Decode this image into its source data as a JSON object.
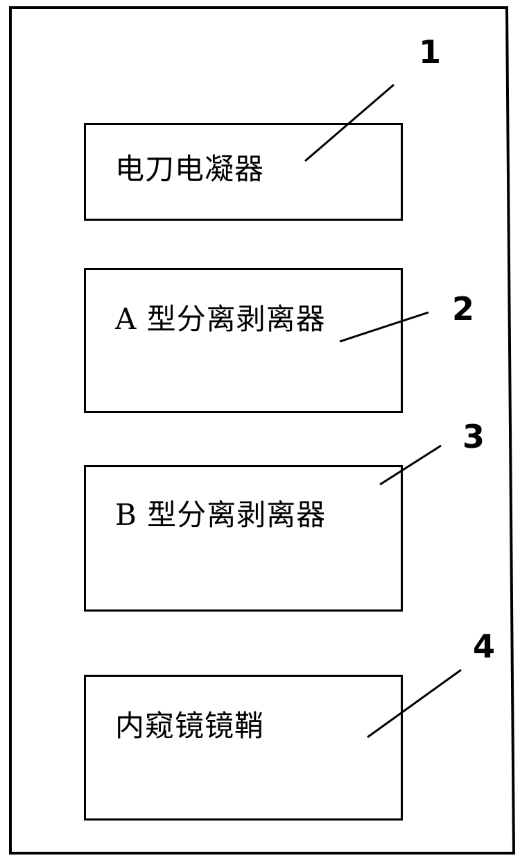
{
  "components": [
    {
      "label": "电刀电凝器",
      "number": "1"
    },
    {
      "label": "A 型分离剥离器",
      "number": "2"
    },
    {
      "label": "B 型分离剥离器",
      "number": "3"
    },
    {
      "label": "内窥镜镜鞘",
      "number": "4"
    }
  ],
  "colors": {
    "stroke": "#000000",
    "background": "#ffffff"
  }
}
